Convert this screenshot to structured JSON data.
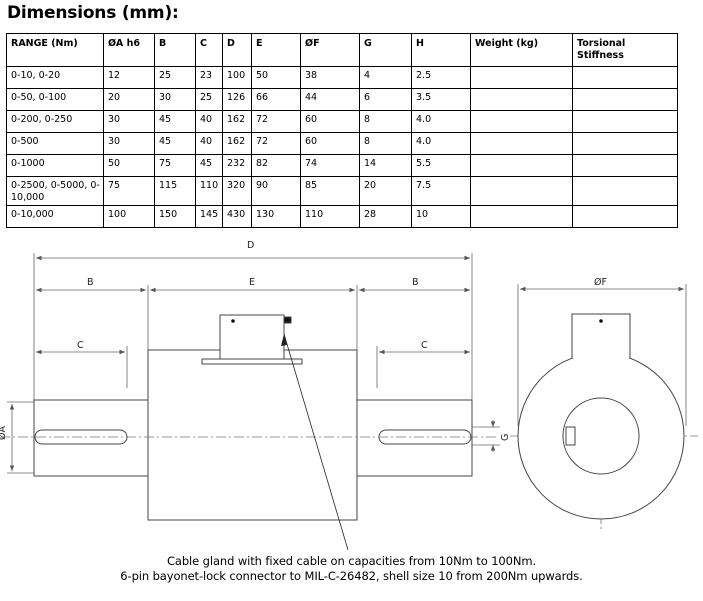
{
  "title": "Dimensions (mm):",
  "table": {
    "headers": [
      "RANGE (Nm)",
      "ØA h6",
      "B",
      "C",
      "D",
      "E",
      "ØF",
      "G",
      "H",
      "Weight (kg)",
      "Torsional Stiffness"
    ],
    "rows": [
      [
        "0-10, 0-20",
        "12",
        "25",
        "23",
        "100",
        "50",
        "38",
        "4",
        "2.5",
        "",
        ""
      ],
      [
        "0-50, 0-100",
        "20",
        "30",
        "25",
        "126",
        "66",
        "44",
        "6",
        "3.5",
        "",
        ""
      ],
      [
        "0-200, 0-250",
        "30",
        "45",
        "40",
        "162",
        "72",
        "60",
        "8",
        "4.0",
        "",
        ""
      ],
      [
        "0-500",
        "30",
        "45",
        "40",
        "162",
        "72",
        "60",
        "8",
        "4.0",
        "",
        ""
      ],
      [
        "0-1000",
        "50",
        "75",
        "45",
        "232",
        "82",
        "74",
        "14",
        "5.5",
        "",
        ""
      ],
      [
        "0-2500, 0-5000, 0-10,000",
        "75",
        "115",
        "110",
        "320",
        "90",
        "85",
        "20",
        "7.5",
        "",
        ""
      ],
      [
        "0-10,000",
        "100",
        "150",
        "145",
        "430",
        "130",
        "110",
        "28",
        "10",
        "",
        ""
      ]
    ]
  },
  "drawing": {
    "label_d": "D",
    "label_b_left": "B",
    "label_e": "E",
    "label_b_right": "B",
    "label_c_left": "C",
    "label_c_right": "C",
    "label_a": "ØA",
    "label_g": "G",
    "label_f": "ØF"
  },
  "caption_line1": "Cable gland with fixed cable on capacities from 10Nm to 100Nm.",
  "caption_line2": "6-pin bayonet-lock connector to MIL-C-26482, shell size 10 from 200Nm upwards."
}
